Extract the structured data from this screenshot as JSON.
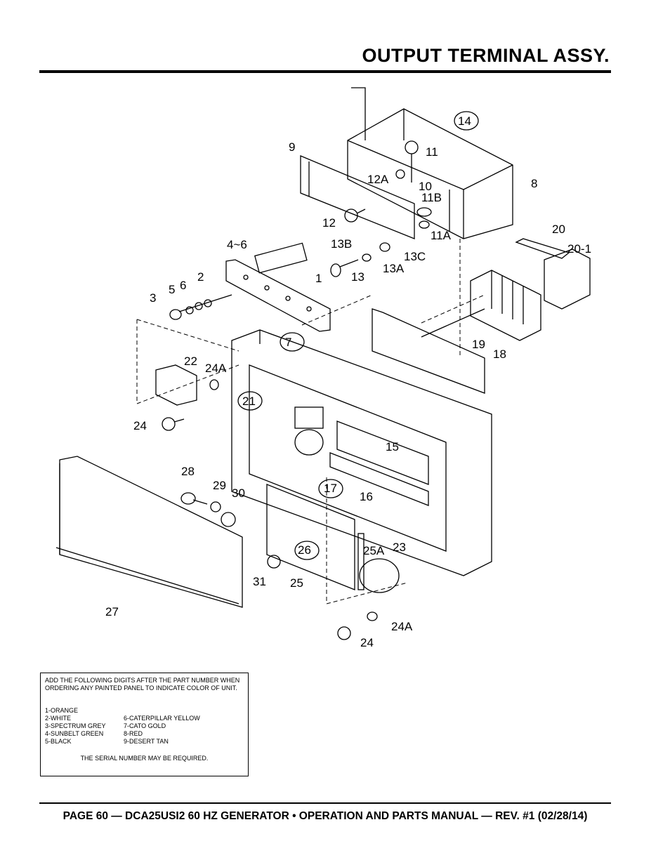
{
  "header": {
    "title": "OUTPUT TERMINAL ASSY."
  },
  "diagram": {
    "callouts": [
      "1",
      "2",
      "3",
      "4~6",
      "5",
      "6",
      "7",
      "8",
      "9",
      "10",
      "11",
      "11A",
      "11B",
      "12",
      "12A",
      "13",
      "13A",
      "13B",
      "13C",
      "14",
      "15",
      "16",
      "17",
      "18",
      "19",
      "20",
      "20-1",
      "21",
      "22",
      "23",
      "24",
      "24",
      "24A",
      "24A",
      "25",
      "25A",
      "26",
      "27",
      "28",
      "29",
      "30",
      "31"
    ]
  },
  "color_note": {
    "intro": "ADD THE FOLLOWING DIGITS AFTER THE PART NUMBER WHEN ORDERING ANY PAINTED PANEL TO INDICATE COLOR OF UNIT.",
    "colors": [
      "1-ORANGE",
      "",
      "2-WHITE",
      "6-CATERPILLAR YELLOW",
      "3-SPECTRUM GREY",
      "7-CATO GOLD",
      "4-SUNBELT GREEN",
      "8-RED",
      "5-BLACK",
      "9-DESERT TAN"
    ],
    "serial_note": "THE SERIAL NUMBER MAY BE REQUIRED."
  },
  "footer": {
    "text": "PAGE 60 — DCA25USI2 60 HZ GENERATOR • OPERATION AND PARTS MANUAL — REV. #1 (02/28/14)"
  }
}
